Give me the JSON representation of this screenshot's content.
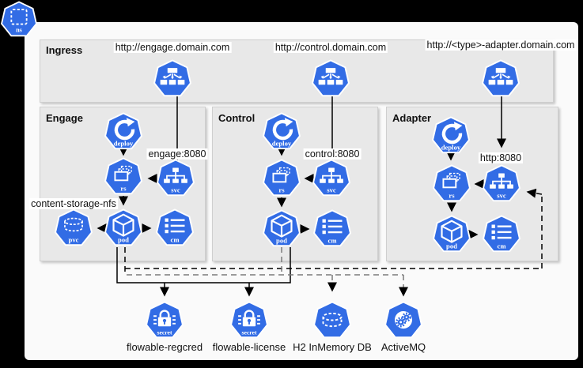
{
  "namespace_badge": {
    "label": "ns"
  },
  "ingress_panel": {
    "title": "Ingress",
    "endpoints": [
      {
        "url": "http://engage.domain.com"
      },
      {
        "url": "http://control.domain.com"
      },
      {
        "url": "http://<type>-adapter.domain.com"
      }
    ]
  },
  "icon_labels": {
    "deploy": "deploy",
    "rs": "rs",
    "svc": "svc",
    "pod": "pod",
    "cm": "cm",
    "pvc": "pvc",
    "secret": "secret"
  },
  "sections": {
    "engage": {
      "title": "Engage",
      "service_label": "engage:8080",
      "pvc_label": "content-storage-nfs"
    },
    "control": {
      "title": "Control",
      "service_label": "control:8080"
    },
    "adapter": {
      "title": "Adapter",
      "service_label": "http:8080"
    }
  },
  "externals": [
    {
      "name": "flowable-regcred",
      "type": "secret"
    },
    {
      "name": "flowable-license",
      "type": "secret"
    },
    {
      "name": "H2 InMemory DB",
      "type": "database"
    },
    {
      "name": "ActiveMQ",
      "type": "message-broker"
    }
  ],
  "colors": {
    "k8s_blue": "#326CE5",
    "panel_bg": "#E8E8E8",
    "canvas_bg": "#FAFAFA",
    "frame": "#000000",
    "dashed_gray": "#7A7A7A"
  }
}
